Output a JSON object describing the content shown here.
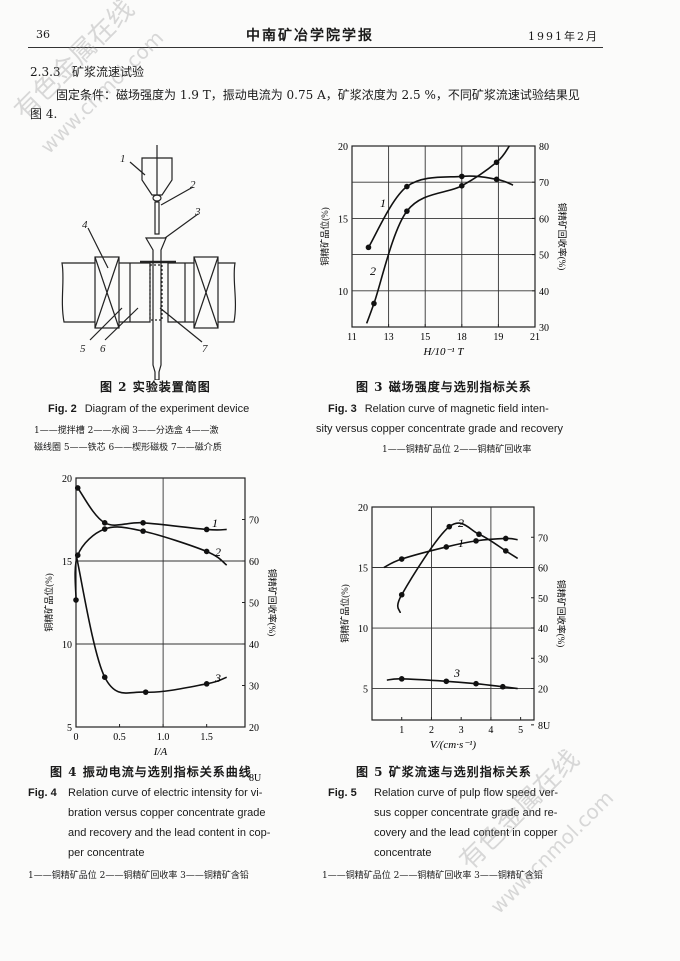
{
  "header": {
    "page_number": "36",
    "journal": "中南矿冶学院学报",
    "date": "1991年2月"
  },
  "section": {
    "number": "2.3.3",
    "title": "矿浆流速试验"
  },
  "paragraph": "固定条件：磁场强度为 1.9 T，振动电流为 0.75 A，矿浆浓度为 2.5 %，不同矿浆流速试验结果见图 4.",
  "fig2": {
    "labels": [
      "1",
      "2",
      "3",
      "4",
      "5",
      "6",
      "7"
    ],
    "caption_cn": "图 2  实验装置简图",
    "caption_en_num": "Fig. 2",
    "caption_en": "Diagram of the experiment device",
    "legend_line1": "1——搅拌槽  2——水阀  3——分选盒  4——激",
    "legend_line2": "磁线圈  5——铁芯  6——楔形磁极  7——磁介质"
  },
  "fig3": {
    "caption_cn": "图 3  磁场强度与选别指标关系",
    "caption_en_num": "Fig. 3",
    "caption_en_1": "Relation curve of magnetic field inten-",
    "caption_en_2": "sity versus copper concentrate grade and recovery",
    "legend": "1——铜精矿品位  2——铜精矿回收率"
  },
  "fig4": {
    "caption_cn": "图 4  振动电流与选别指标关系曲线",
    "caption_en_num": "Fig. 4",
    "caption_en_lines": [
      "Relation curve of electric intensity for vi-",
      "bration versus copper concentrate grade",
      "and recovery and the lead content in cop-",
      "per concentrate"
    ],
    "legend": "1——铜精矿品位  2——铜精矿回收率  3——铜精矿含铅"
  },
  "fig5": {
    "caption_cn": "图 5  矿浆流速与选别指标关系",
    "caption_en_num": "Fig. 5",
    "caption_en_lines": [
      "Relation curve of pulp flow speed ver-",
      "sus copper concentrate grade and re-",
      "covery and the lead content in copper",
      "concentrate"
    ],
    "legend": "1——铜精矿品位  2——铜精矿回收率  3——铜精矿含铅"
  },
  "watermark": [
    "有色金属在线",
    "www.cnmol.com"
  ],
  "chart_data": [
    {
      "id": "fig3",
      "type": "line",
      "xlabel": "H/10⁻¹ T",
      "ylabel_left": "铜精矿品位(%)",
      "ylabel_right": "铜精矿回收率(%)",
      "x_ticks": [
        11,
        13,
        15,
        18,
        19,
        21
      ],
      "x_tick_spacing": "equal",
      "yleft_ticks": [
        10,
        15,
        20
      ],
      "yleft_range": [
        7.5,
        20
      ],
      "yright_ticks": [
        30,
        40,
        50,
        60,
        70,
        80
      ],
      "yright_range": [
        30,
        80
      ],
      "grid": true,
      "series": [
        {
          "name": "1",
          "axis": "left",
          "points": [
            [
              11.9,
              13
            ],
            [
              14,
              17.2
            ],
            [
              18,
              17.9
            ],
            [
              18.95,
              17.7
            ]
          ],
          "line_start": [
            11.9,
            13
          ],
          "line_end": [
            19.8,
            17.3
          ]
        },
        {
          "name": "2",
          "axis": "right",
          "points": [
            [
              12.2,
              36.5
            ],
            [
              14,
              62
            ],
            [
              18,
              69
            ],
            [
              18.95,
              75.5
            ]
          ],
          "line_start": [
            11.8,
            31
          ],
          "line_end": [
            19.6,
            80
          ]
        }
      ]
    },
    {
      "id": "fig4",
      "type": "line",
      "xlabel": "I/A",
      "ylabel_left": "铜精矿品位(%)",
      "ylabel_right": "铜精矿回收率(%)",
      "x_ticks": [
        "0",
        "0.5",
        "1.0",
        "1.5"
      ],
      "x_range": [
        0,
        1.94
      ],
      "yleft_ticks": [
        5,
        10,
        15,
        20
      ],
      "yleft_range": [
        5,
        20
      ],
      "yright_ticks": [
        20,
        30,
        40,
        50,
        60,
        70,
        "8U"
      ],
      "yright_range": [
        20,
        80
      ],
      "grid": true,
      "series": [
        {
          "name": "1",
          "axis": "left",
          "points": [
            [
              0.02,
              19.4
            ],
            [
              0.33,
              17.3
            ],
            [
              0.77,
              17.3
            ],
            [
              1.5,
              16.9
            ]
          ],
          "line_start": [
            0.02,
            19.4
          ],
          "line_end": [
            1.73,
            16.9
          ]
        },
        {
          "name": "2",
          "axis": "right",
          "points": [
            [
              0.0,
              50.6
            ],
            [
              0.02,
              61.4
            ],
            [
              0.33,
              67.7
            ],
            [
              0.77,
              67.2
            ],
            [
              1.5,
              62.3
            ]
          ],
          "line_start": [
            0.0,
            50.6
          ],
          "line_end": [
            1.73,
            59
          ]
        },
        {
          "name": "3",
          "axis": "left",
          "points": [
            [
              0.33,
              8.0
            ],
            [
              0.8,
              7.1
            ],
            [
              1.5,
              7.6
            ]
          ],
          "line_start": [
            0.0,
            15.4
          ],
          "line_end": [
            1.73,
            8.0
          ]
        }
      ]
    },
    {
      "id": "fig5",
      "type": "line",
      "xlabel": "V/(cm·s⁻¹)",
      "ylabel_left": "铜精矿品位(%)",
      "ylabel_right": "铜精矿回收率(%)",
      "x_ticks": [
        "1",
        "2",
        "3",
        "4",
        "5"
      ],
      "x_range": [
        0,
        5.45
      ],
      "yleft_ticks": [
        5,
        10,
        15,
        20
      ],
      "yleft_range": [
        2.4,
        20
      ],
      "yright_ticks": [
        20,
        30,
        40,
        50,
        60,
        70,
        "8U"
      ],
      "yright_range": [
        9.6,
        80
      ],
      "grid": true,
      "series": [
        {
          "name": "1",
          "axis": "left",
          "points": [
            [
              1,
              15.7
            ],
            [
              2.5,
              16.7
            ],
            [
              3.5,
              17.2
            ],
            [
              4.5,
              17.4
            ]
          ],
          "line_start": [
            0.4,
            15.0
          ],
          "line_end": [
            4.9,
            17.3
          ]
        },
        {
          "name": "2",
          "axis": "right",
          "points": [
            [
              1,
              51
            ],
            [
              2.6,
              73.5
            ],
            [
              3.6,
              71
            ],
            [
              4.5,
              65.5
            ]
          ],
          "line_start": [
            0.95,
            45
          ],
          "line_end": [
            4.9,
            63
          ]
        },
        {
          "name": "3",
          "axis": "left",
          "points": [
            [
              1,
              5.8
            ],
            [
              2.5,
              5.6
            ],
            [
              3.5,
              5.4
            ],
            [
              4.4,
              5.15
            ]
          ],
          "line_start": [
            0.5,
            5.7
          ],
          "line_end": [
            4.9,
            5.0
          ]
        }
      ]
    }
  ]
}
